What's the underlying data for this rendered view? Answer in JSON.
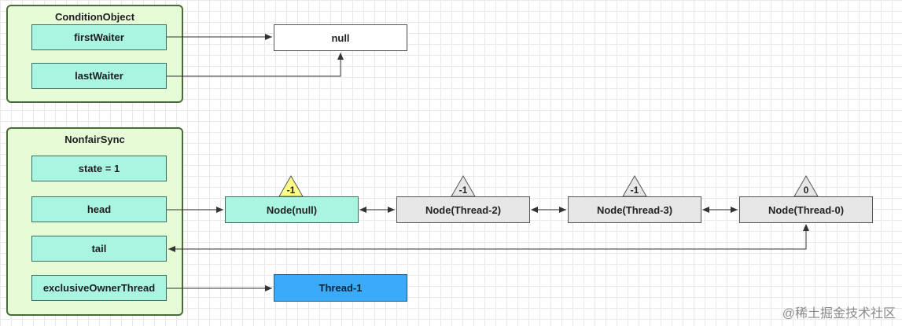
{
  "condition_object": {
    "title": "ConditionObject",
    "fields": [
      "firstWaiter",
      "lastWaiter"
    ]
  },
  "nonfair_sync": {
    "title": "NonfairSync",
    "fields": [
      "state = 1",
      "head",
      "tail",
      "exclusiveOwnerThread"
    ]
  },
  "null_box": "null",
  "owner_thread": "Thread-1",
  "nodes": [
    {
      "label": "Node(null)",
      "wait_status": "-1"
    },
    {
      "label": "Node(Thread-2)",
      "wait_status": "-1"
    },
    {
      "label": "Node(Thread-3)",
      "wait_status": "-1"
    },
    {
      "label": "Node(Thread-0)",
      "wait_status": "0"
    }
  ],
  "watermark": "@稀土掘金技术社区",
  "colors": {
    "container_bg": "#e6fcd7",
    "field_bg": "#a9f5e2",
    "node_gray": "#e6e6e6",
    "thread_blue": "#3aabf8",
    "highlight_triangle": "#ffff88"
  }
}
